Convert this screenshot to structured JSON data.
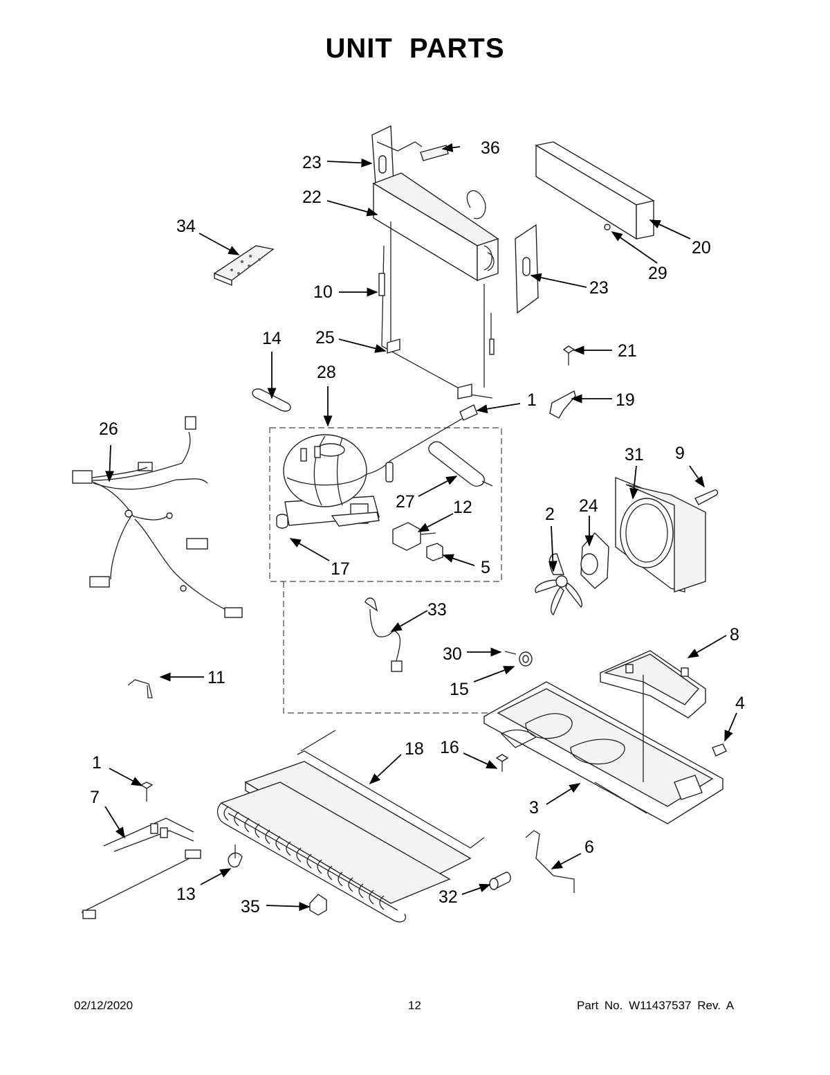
{
  "page": {
    "title": "UNIT PARTS",
    "footer": {
      "date": "02/12/2020",
      "page_number": "12",
      "part_info": "Part No.  W11437537  Rev.  A"
    }
  },
  "callouts": [
    {
      "id": "c1a",
      "label": "1"
    },
    {
      "id": "c1b",
      "label": "1"
    },
    {
      "id": "c2",
      "label": "2"
    },
    {
      "id": "c3",
      "label": "3"
    },
    {
      "id": "c4",
      "label": "4"
    },
    {
      "id": "c5",
      "label": "5"
    },
    {
      "id": "c6",
      "label": "6"
    },
    {
      "id": "c7",
      "label": "7"
    },
    {
      "id": "c8",
      "label": "8"
    },
    {
      "id": "c9",
      "label": "9"
    },
    {
      "id": "c10",
      "label": "10"
    },
    {
      "id": "c11",
      "label": "11"
    },
    {
      "id": "c12",
      "label": "12"
    },
    {
      "id": "c13",
      "label": "13"
    },
    {
      "id": "c14",
      "label": "14"
    },
    {
      "id": "c15",
      "label": "15"
    },
    {
      "id": "c16",
      "label": "16"
    },
    {
      "id": "c17",
      "label": "17"
    },
    {
      "id": "c18",
      "label": "18"
    },
    {
      "id": "c19",
      "label": "19"
    },
    {
      "id": "c20",
      "label": "20"
    },
    {
      "id": "c21",
      "label": "21"
    },
    {
      "id": "c22",
      "label": "22"
    },
    {
      "id": "c23a",
      "label": "23"
    },
    {
      "id": "c23b",
      "label": "23"
    },
    {
      "id": "c24",
      "label": "24"
    },
    {
      "id": "c25",
      "label": "25"
    },
    {
      "id": "c26",
      "label": "26"
    },
    {
      "id": "c27",
      "label": "27"
    },
    {
      "id": "c28",
      "label": "28"
    },
    {
      "id": "c29",
      "label": "29"
    },
    {
      "id": "c30",
      "label": "30"
    },
    {
      "id": "c31",
      "label": "31"
    },
    {
      "id": "c32",
      "label": "32"
    },
    {
      "id": "c33",
      "label": "33"
    },
    {
      "id": "c34",
      "label": "34"
    },
    {
      "id": "c35",
      "label": "35"
    },
    {
      "id": "c36",
      "label": "36"
    }
  ]
}
